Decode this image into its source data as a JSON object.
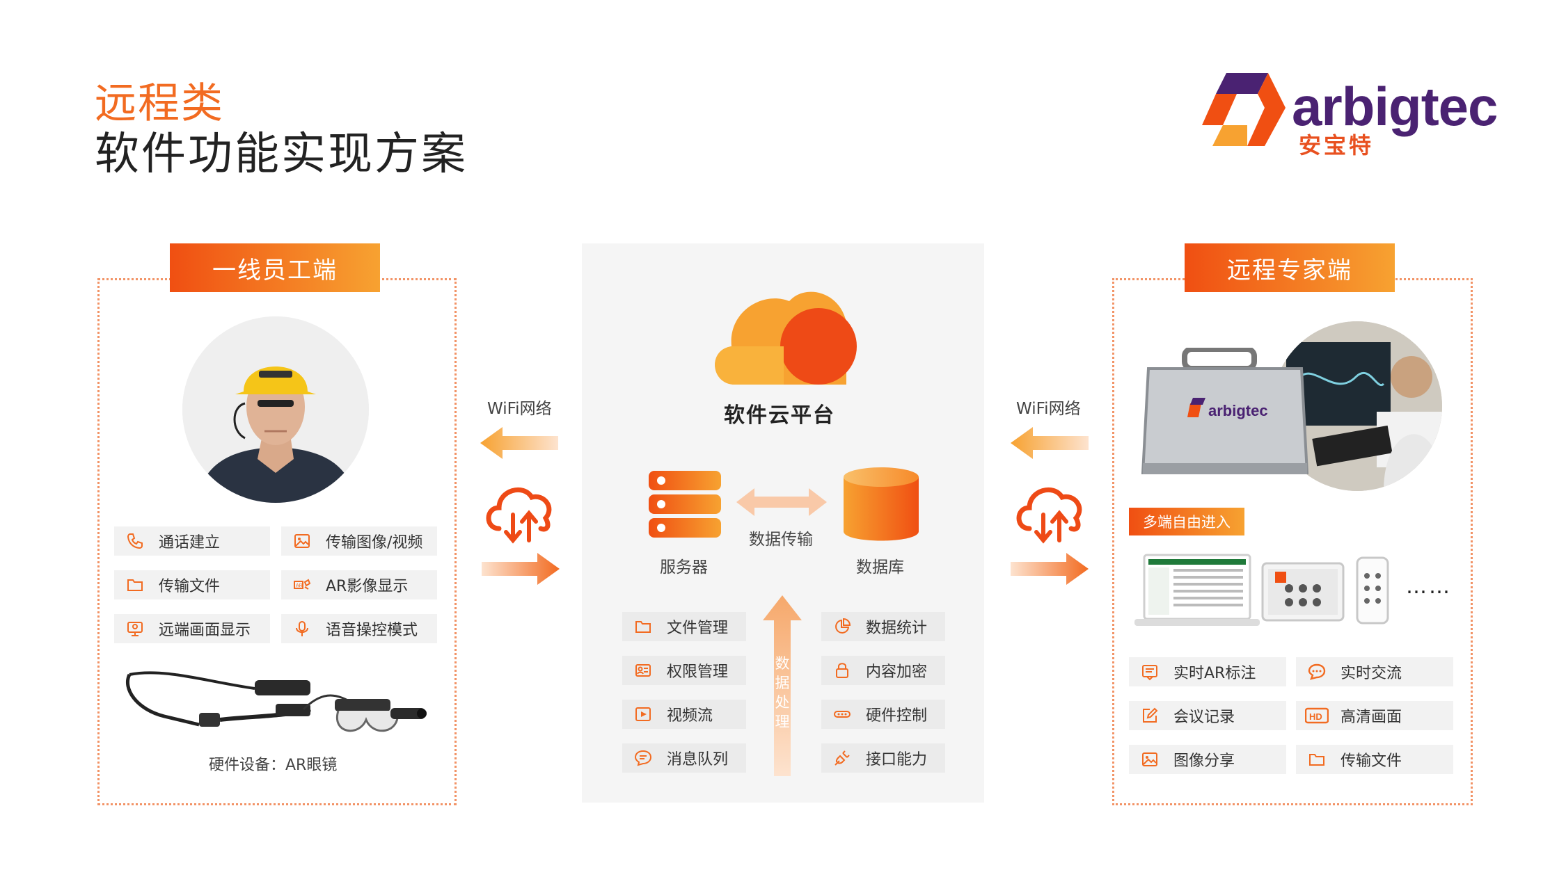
{
  "header": {
    "title_line1": "远程类",
    "title_line2": "软件功能实现方案"
  },
  "logo": {
    "word": "arbigtec",
    "cn": "安宝特",
    "case_word": "arbigtec"
  },
  "left_panel": {
    "title": "一线员工端",
    "features": [
      {
        "label": "通话建立",
        "icon": "phone-icon"
      },
      {
        "label": "传输图像/视频",
        "icon": "image-icon"
      },
      {
        "label": "传输文件",
        "icon": "folder-icon"
      },
      {
        "label": "AR影像显示",
        "icon": "ar-icon"
      },
      {
        "label": "远端画面显示",
        "icon": "monitor-icon"
      },
      {
        "label": "语音操控模式",
        "icon": "mic-icon"
      }
    ],
    "caption": "硬件设备：AR眼镜"
  },
  "connector": {
    "left_label": "WiFi网络",
    "right_label": "WiFi网络"
  },
  "center_panel": {
    "cloud_label": "软件云平台",
    "server_label": "服务器",
    "db_label": "数据库",
    "transfer_label": "数据传输",
    "process_label": "数据处理",
    "left_features": [
      {
        "label": "文件管理",
        "icon": "folder-icon"
      },
      {
        "label": "权限管理",
        "icon": "id-card-icon"
      },
      {
        "label": "视频流",
        "icon": "play-icon"
      },
      {
        "label": "消息队列",
        "icon": "chat-icon"
      }
    ],
    "right_features": [
      {
        "label": "数据统计",
        "icon": "chart-icon"
      },
      {
        "label": "内容加密",
        "icon": "lock-icon"
      },
      {
        "label": "硬件控制",
        "icon": "toggle-icon"
      },
      {
        "label": "接口能力",
        "icon": "plug-icon"
      }
    ]
  },
  "right_panel": {
    "title": "远程专家端",
    "badge": "多端自由进入",
    "more": "……",
    "features": [
      {
        "label": "实时AR标注",
        "icon": "annotate-icon"
      },
      {
        "label": "实时交流",
        "icon": "chat-bubble-icon"
      },
      {
        "label": "会议记录",
        "icon": "edit-icon"
      },
      {
        "label": "高清画面",
        "icon": "hd-icon"
      },
      {
        "label": "图像分享",
        "icon": "image-icon"
      },
      {
        "label": "传输文件",
        "icon": "folder-icon"
      }
    ]
  },
  "colors": {
    "accent": "#f26b21",
    "accent_light": "#f7a231",
    "brand_purple": "#4a2272"
  }
}
